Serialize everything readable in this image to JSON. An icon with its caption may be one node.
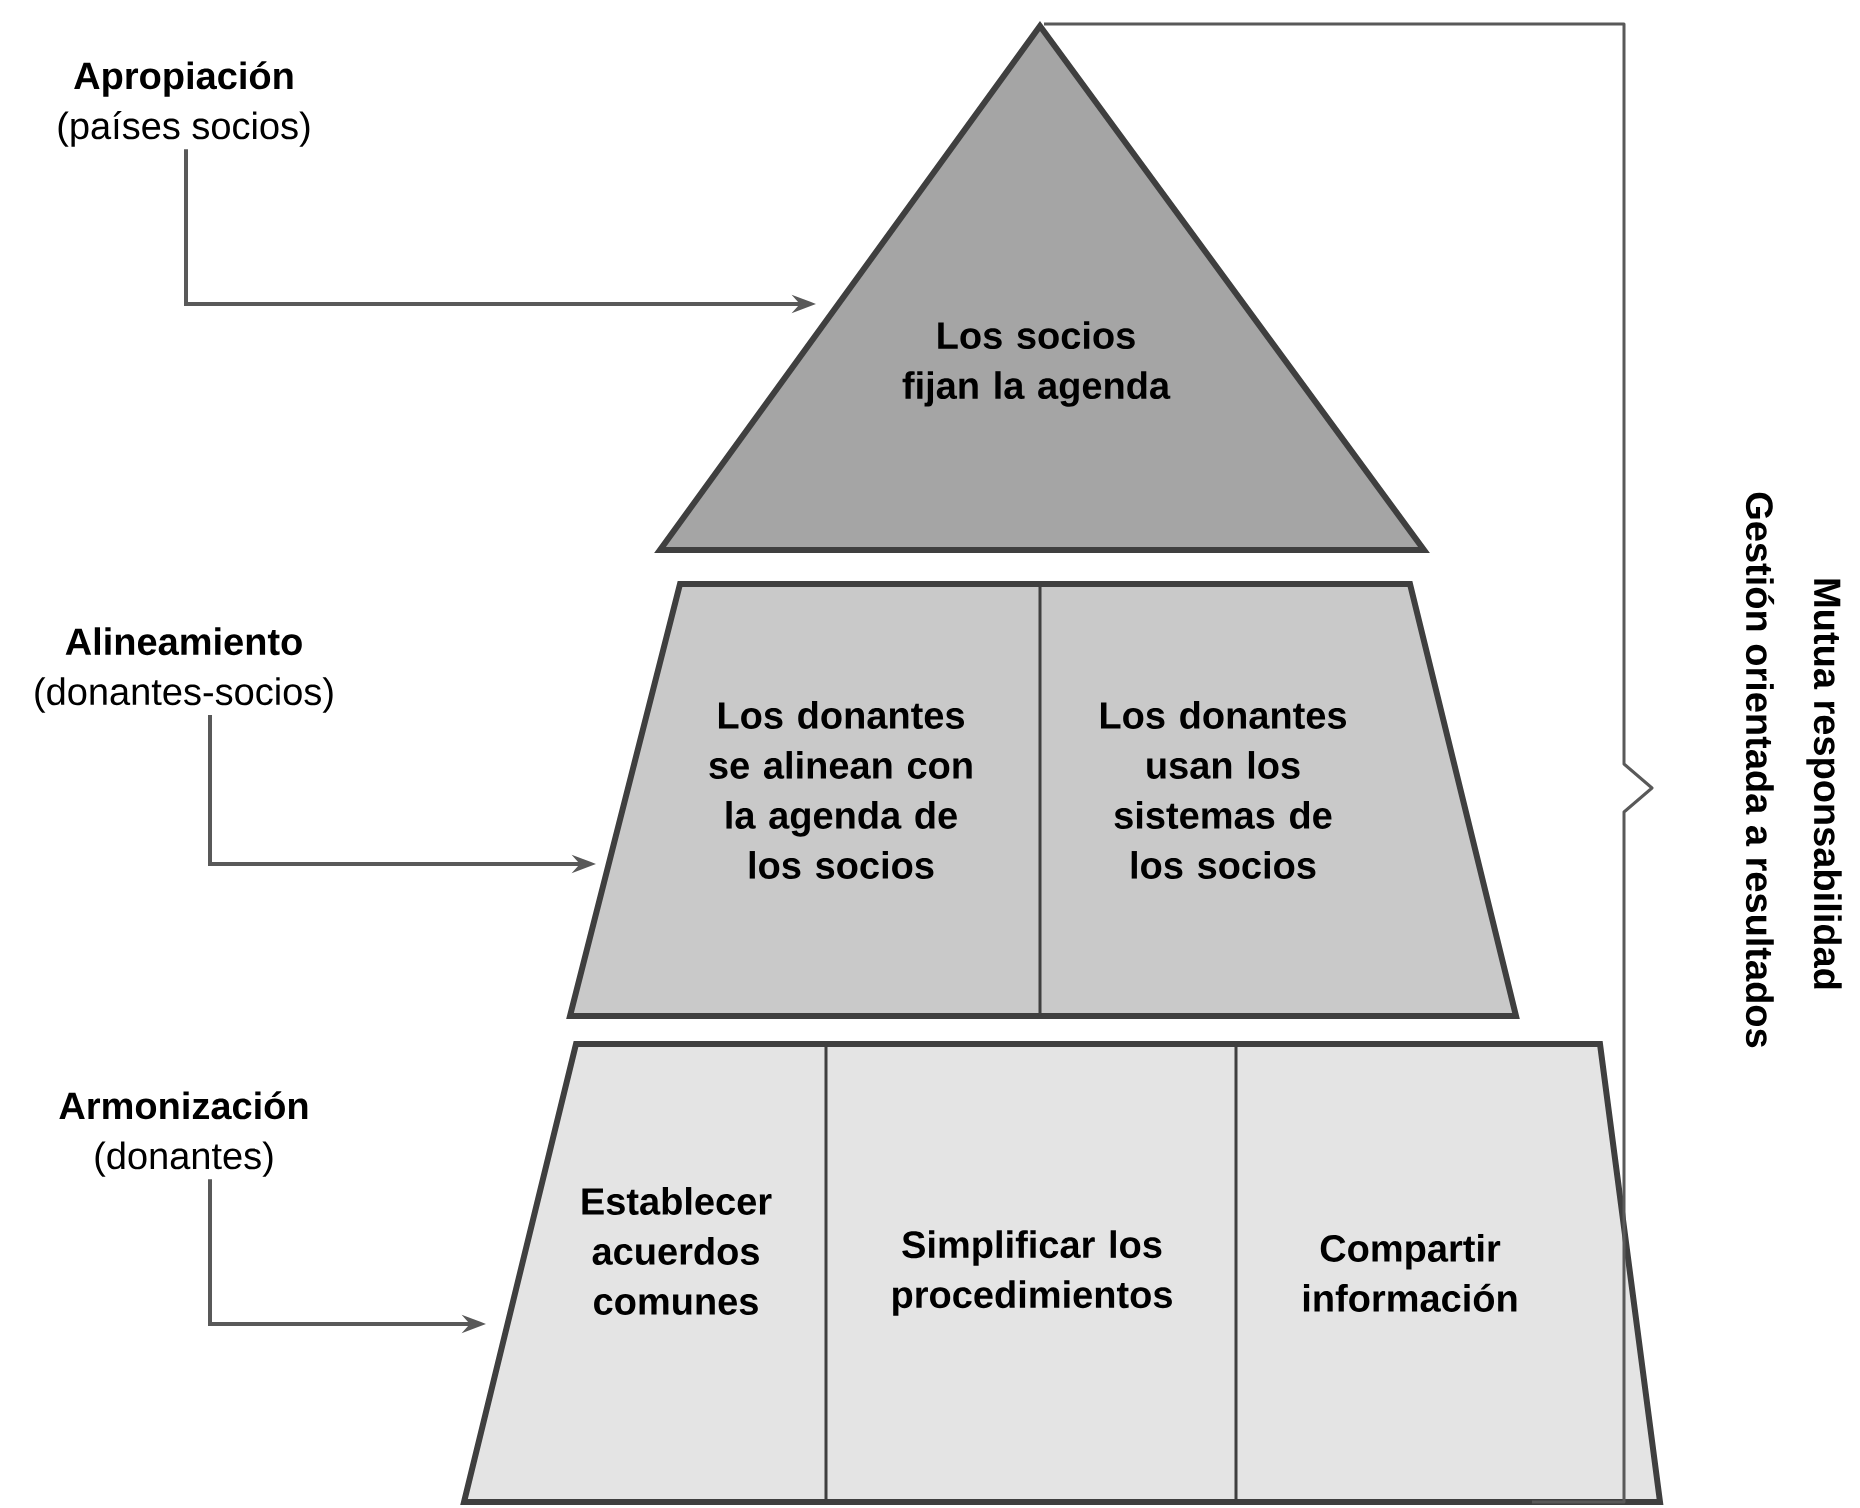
{
  "diagram": {
    "nodes": [
      {
        "text": [
          "Apropiación",
          "(países socios)"
        ]
      },
      {
        "text": [
          "Los socios fijan la agenda"
        ]
      },
      {
        "text": [
          "Alineamiento",
          "(donantes-socios)"
        ]
      },
      {
        "text": [],
        "shape": "trapezoid"
      },
      {
        "text": [
          "Los donantes se alinean con la agenda de los socios"
        ],
        "in": 3
      },
      {
        "text": [
          "Los donantes usan los sistemas de los socios"
        ],
        "in": 3
      },
      {
        "text": [
          "Armonización",
          "(donantes)"
        ]
      },
      {
        "text": [],
        "shape": "trapezoid"
      },
      {
        "text": [
          "Establecer acuerdos comunes"
        ],
        "in": 7
      },
      {
        "text": [
          "Simplificar los procedimientos"
        ],
        "in": 7
      },
      {
        "text": [
          "Compartir información"
        ],
        "in": 7
      }
    ],
    "edges": [
      {
        "from": 0,
        "to": 1,
        "arrow": "to"
      },
      {
        "from": 2,
        "to": 3,
        "arrow": "to"
      },
      {
        "from": 6,
        "to": 7,
        "arrow": "to"
      }
    ],
    "labels": [
      "Mutua responsabilidad",
      "Gestión orientada a resultados"
    ]
  }
}
